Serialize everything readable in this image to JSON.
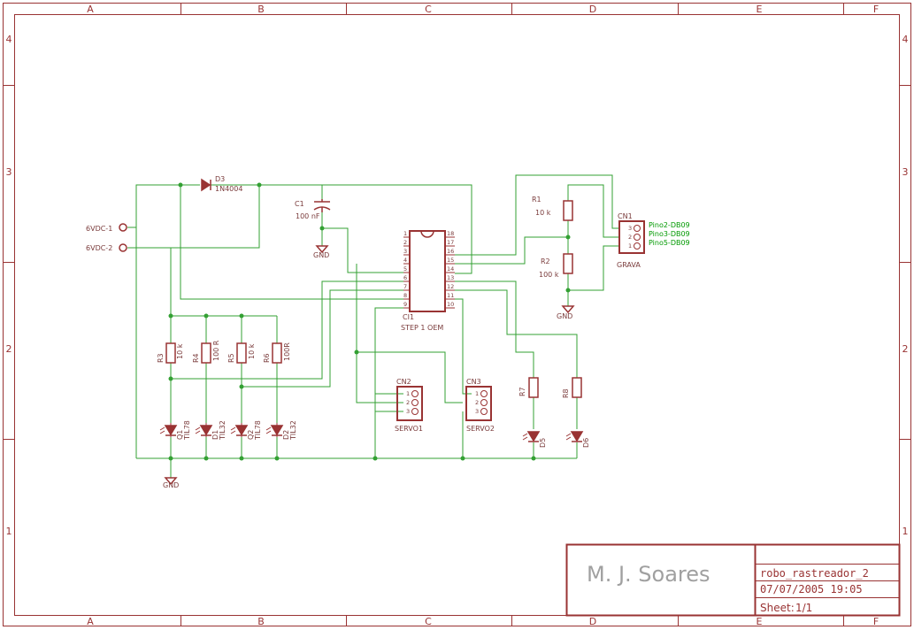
{
  "colors": {
    "frame": "#993333",
    "wire": "#33a033",
    "component": "#993333",
    "text": "#7a3b3b",
    "net_label": "#009900",
    "author": "#a0a0a0"
  },
  "frame": {
    "columns": [
      "A",
      "B",
      "C",
      "D",
      "E",
      "F"
    ],
    "rows": [
      "4",
      "3",
      "2",
      "1"
    ]
  },
  "components": {
    "d3": {
      "ref": "D3",
      "value": "1N4004"
    },
    "c1": {
      "ref": "C1",
      "value": "100 nF"
    },
    "ci1": {
      "ref": "CI1",
      "value": "STEP 1 OEM",
      "pins_left": [
        "1",
        "2",
        "3",
        "4",
        "5",
        "6",
        "7",
        "8",
        "9"
      ],
      "pins_right": [
        "18",
        "17",
        "16",
        "15",
        "14",
        "13",
        "12",
        "11",
        "10"
      ]
    },
    "r1": {
      "ref": "R1",
      "value": "10 k"
    },
    "r2": {
      "ref": "R2",
      "value": "100 k"
    },
    "r3": {
      "ref": "R3",
      "value": "10 k"
    },
    "r4": {
      "ref": "R4",
      "value": "100 R"
    },
    "r5": {
      "ref": "R5",
      "value": "10 k"
    },
    "r6": {
      "ref": "R6",
      "value": "100R"
    },
    "r7": {
      "ref": "R7"
    },
    "r8": {
      "ref": "R8"
    },
    "q1": {
      "ref": "Q1",
      "value": "TIL78"
    },
    "d1": {
      "ref": "D1",
      "value": "TIL32"
    },
    "q2": {
      "ref": "Q2",
      "value": "TIL78"
    },
    "d2": {
      "ref": "D2",
      "value": "TIL32"
    },
    "d5": {
      "ref": "D5"
    },
    "d6": {
      "ref": "D6"
    },
    "cn1": {
      "ref": "CN1",
      "value": "GRAVA",
      "pins": [
        "3",
        "2",
        "1"
      ]
    },
    "cn2": {
      "ref": "CN2",
      "value": "SERVO1",
      "pins": [
        "1",
        "2",
        "3"
      ]
    },
    "cn3": {
      "ref": "CN3",
      "value": "SERVO2",
      "pins": [
        "1",
        "2",
        "3"
      ]
    },
    "pwr1": {
      "label": "6VDC-1"
    },
    "pwr2": {
      "label": "6VDC-2"
    }
  },
  "nets": {
    "gnd": "GND",
    "pino2": "Pino2-DB09",
    "pino3": "Pino3-DB09",
    "pino5": "Pino5-DB09"
  },
  "title_block": {
    "author": "M. J. Soares",
    "name": "robo_rastreador_2",
    "date": "07/07/2005 19:05",
    "sheet_label": "Sheet:",
    "sheet_value": "1/1"
  }
}
